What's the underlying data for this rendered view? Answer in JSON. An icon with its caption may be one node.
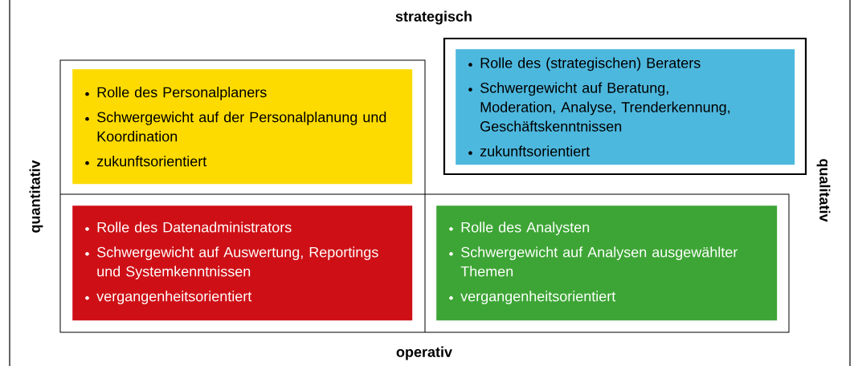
{
  "diagram": {
    "nodes": [
      {
        "text": [
          "Rolle des Personalplaners",
          "Schwergewicht auf der Personalplanung und Koordination",
          "zukunftsorientiert"
        ]
      },
      {
        "text": [
          "Rolle des (strategischen) Beraters",
          "Schwergewicht auf Beratung, Moderation, Analyse, Trenderkennung, Geschäftskenntnissen",
          "zukunftsorientiert"
        ]
      },
      {
        "text": [
          "Rolle des Datenadministrators",
          "Schwergewicht auf Auswertung, Reportings und Systemkenntnissen",
          "vergangenheitsorientiert"
        ]
      },
      {
        "text": [
          "Rolle des Analysten",
          "Schwergewicht auf Analysen ausgewählter Themen",
          "vergangenheitsorientiert"
        ]
      }
    ],
    "labels": [
      "strategisch",
      "quantitativ",
      "qualitativ",
      "operativ"
    ]
  }
}
